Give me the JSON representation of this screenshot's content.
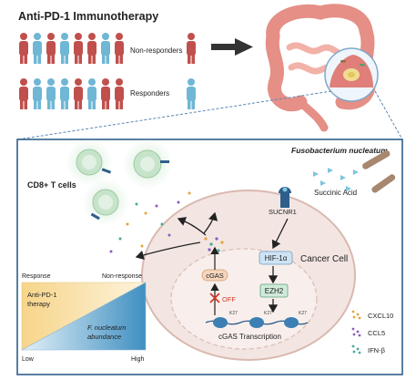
{
  "header": {
    "title": "Anti-PD-1 Immunotherapy",
    "nonresponders_label": "Non-responders",
    "responders_label": "Responders"
  },
  "panel": {
    "bacterium_label": "Fusobacterium nucleatum",
    "tcells_label": "CD8+ T cells",
    "receptor_label": "SUCNR1",
    "succinic_label": "Succinic Acid",
    "cancer_cell_label": "Cancer Cell",
    "hif_label": "HIF-1α",
    "ezh2_label": "EZH2",
    "cgas_label": "cGAS",
    "off_label": "OFF",
    "transcription_label": "cGAS Transcription",
    "histone_mark": "K27"
  },
  "gradient": {
    "left_label": "Response",
    "right_label": "Non-response",
    "therapy_label": "Anti-PD-1 therapy",
    "abundance_label": "F. nucleatum abundance",
    "low_label": "Low",
    "high_label": "High"
  },
  "legend": {
    "items": [
      {
        "label": "CXCL10",
        "color": "#e8a23c"
      },
      {
        "label": "CCL5",
        "color": "#8a5cc0"
      },
      {
        "label": "IFN-β",
        "color": "#4aa79b"
      }
    ]
  },
  "colors": {
    "red_person": "#c0504d",
    "blue_person": "#6fb7d4",
    "cell_fill": "#f3e6e2",
    "tcell_glow": "#cfe9d2",
    "panel_border": "#2f5e8a",
    "hif_fill": "#cfe3f3",
    "ezh2_fill": "#cfead8",
    "cgas_fill": "#f4d5bd"
  }
}
